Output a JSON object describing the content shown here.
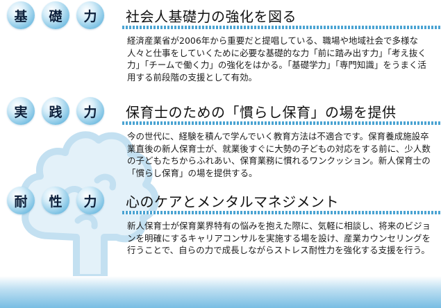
{
  "sections": [
    {
      "chars": [
        "基",
        "礎",
        "力"
      ],
      "title": "社会人基礎力の強化を図る",
      "body": "経済産業省が2006年から重要だと提唱している、職場や地域社会で多様な人々と仕事をしていくために必要な基礎的な力「前に踏み出す力」「考え抜く力」「チームで働く力」の強化をはかる。「基礎学力」「専門知識」をうまく活用する前段階の支援として有効。"
    },
    {
      "chars": [
        "実",
        "践",
        "力"
      ],
      "title": "保育士のための「慣らし保育」の場を提供",
      "body": "今の世代に、経験を積んで学んでいく教育方法は不適合です。保育養成施設卒業直後の新人保育士が、就業後すぐに大勢の子どもの対応をする前に、少人数の子どもたちからふれあい、保育業務に慣れるワンクッション。新人保育士の「慣らし保育」の場を提供する。"
    },
    {
      "chars": [
        "耐",
        "性",
        "力"
      ],
      "title": "心のケアとメンタルマネジメント",
      "body": "新人保育士が保育業界特有の悩みを抱えた際に、気軽に相談し、将来のビジョンを明確にするキャリアコンサルを実施する場を設け、産業カウンセリングを行うことで、自らの力で成長しながらストレス耐性力を強化する支援を行う。"
    }
  ],
  "icons": {
    "background_illustration": "tree-illustration-icon"
  },
  "colors": {
    "accent_blue": "#4aa3d2",
    "badge_text": "#0c1f3a",
    "tree_fill": "#e3f1f9"
  }
}
